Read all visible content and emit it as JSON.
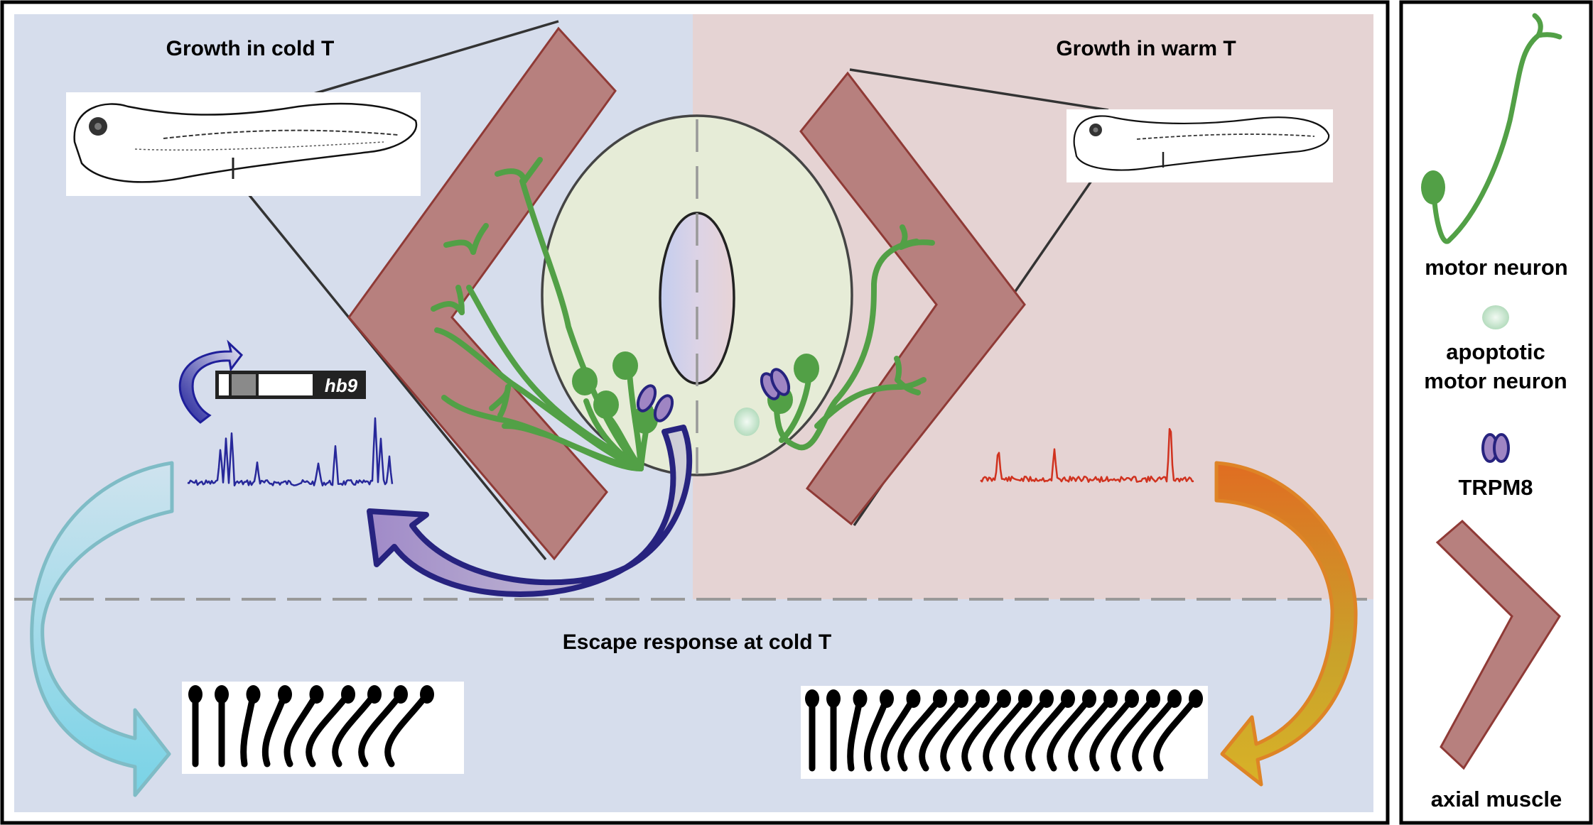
{
  "figure": {
    "panels": {
      "cold_growth": {
        "title": "Growth in cold T"
      },
      "warm_growth": {
        "title": "Growth in warm T"
      },
      "escape": {
        "title": "Escape response at cold T"
      }
    },
    "gene": {
      "label": "hb9"
    },
    "colors": {
      "cold_bg": "#d6ddec",
      "warm_bg": "#e5d3d3",
      "spinal_cord_fill": "#e6ecd7",
      "muscle_fill": "#b7807e",
      "muscle_stroke": "#8f3a36",
      "neuron_green": "#52a046",
      "trpm8_fill": "#9f85c3",
      "trpm8_stroke": "#27237f",
      "apoptotic_fill": "#c6e3cc",
      "cold_trace": "#27289a",
      "warm_trace": "#d0321f",
      "cold_arrow": "#7fc9d8",
      "warm_arrow": "#e08a28",
      "feedback_arrow": "#27237f"
    },
    "legend": {
      "items": [
        {
          "icon": "motor-neuron-icon",
          "label": "motor neuron"
        },
        {
          "icon": "apoptotic-neuron-icon",
          "label_line1": "apoptotic",
          "label_line2": "motor neuron"
        },
        {
          "icon": "trpm8-icon",
          "label": "TRPM8"
        },
        {
          "icon": "axial-muscle-icon",
          "label": "axial muscle"
        }
      ]
    }
  }
}
